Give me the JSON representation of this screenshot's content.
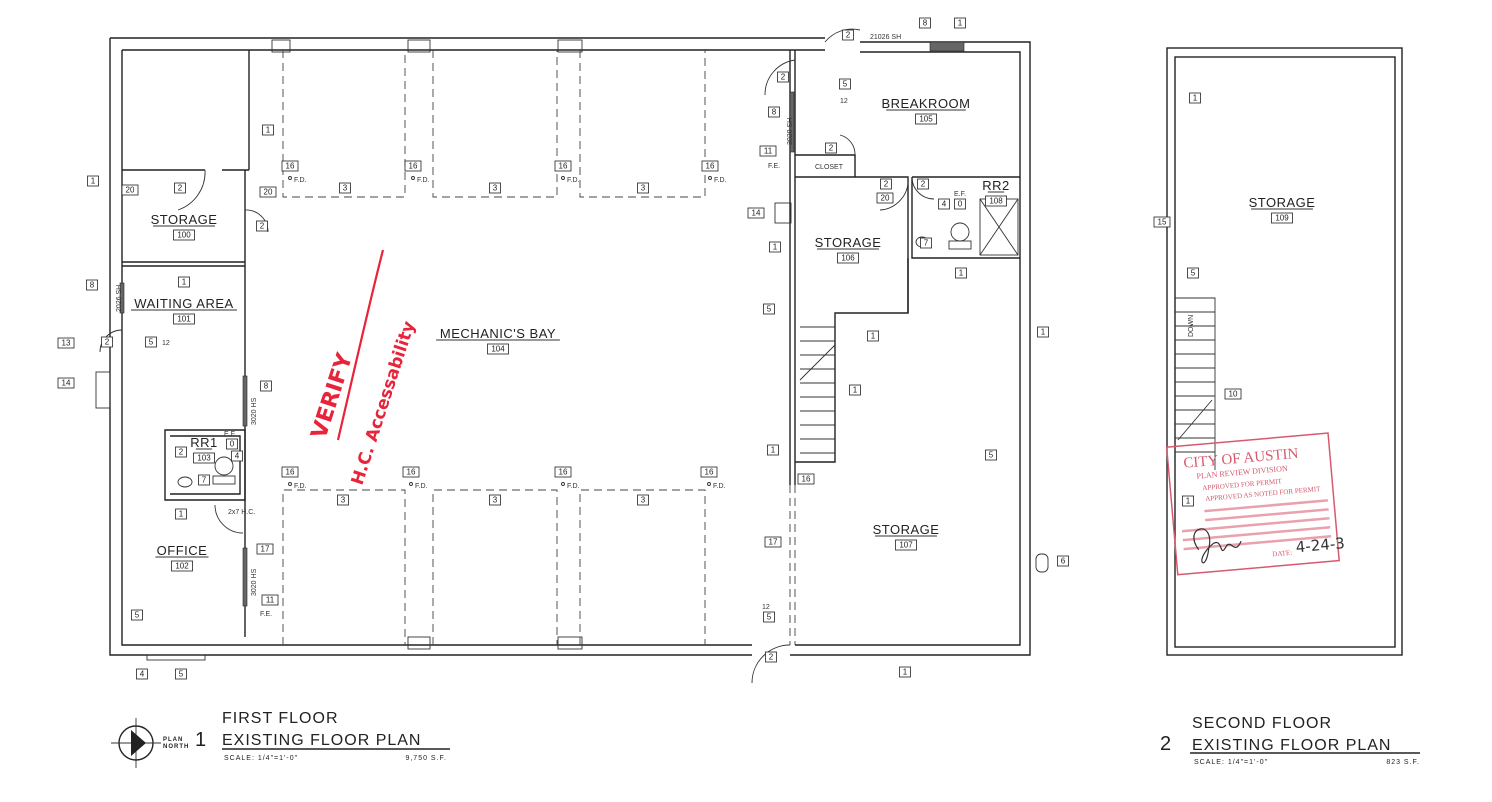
{
  "first_floor": {
    "plan_number": "1",
    "title_line1": "FIRST FLOOR",
    "title_line2": "EXISTING FLOOR PLAN",
    "scale": "SCALE: 1/4\"=1'-0\"",
    "area": "9,750 S.F.",
    "north_label": "PLAN\nNORTH",
    "north_label_line1": "PLAN",
    "north_label_line2": "NORTH"
  },
  "second_floor": {
    "plan_number": "2",
    "title_line1": "SECOND FLOOR",
    "title_line2": "EXISTING FLOOR PLAN",
    "scale": "SCALE: 1/4\"=1'-0\"",
    "area": "823 S.F."
  },
  "rooms": [
    {
      "name": "STORAGE",
      "number": "100"
    },
    {
      "name": "WAITING AREA",
      "number": "101"
    },
    {
      "name": "OFFICE",
      "number": "102"
    },
    {
      "name": "MECHANIC'S BAY",
      "number": "104"
    },
    {
      "name": "BREAKROOM",
      "number": "105"
    },
    {
      "name": "STORAGE",
      "number": "106"
    },
    {
      "name": "STORAGE",
      "number": "107"
    },
    {
      "name": "STORAGE",
      "number": "109"
    },
    {
      "name": "RR1",
      "number": "103"
    },
    {
      "name": "RR2",
      "number": "108"
    }
  ],
  "keynotes": [
    "8",
    "1",
    "2",
    "2",
    "5",
    "8",
    "11",
    "2",
    "2",
    "20",
    "2",
    "4",
    "0",
    "14",
    "7",
    "1",
    "1",
    "5",
    "1",
    "1",
    "1",
    "1",
    "16",
    "5",
    "17",
    "6",
    "5",
    "2",
    "1",
    "16",
    "16",
    "16",
    "16",
    "3",
    "3",
    "3",
    "16",
    "16",
    "16",
    "16",
    "3",
    "3",
    "3",
    "1",
    "20",
    "2",
    "20",
    "2",
    "1",
    "1",
    "8",
    "2",
    "5",
    "13",
    "14",
    "8",
    "0",
    "4",
    "2",
    "7",
    "1",
    "17",
    "11",
    "5",
    "4",
    "5",
    "1",
    "15",
    "5",
    "10",
    "1"
  ],
  "notes": {
    "window_21026": "21026 SH",
    "window_3020_sh": "3020 SH",
    "window_2026": "2026 SH",
    "window_3020_hs_a": "3020 HS",
    "window_3020_hs_b": "3020 HS",
    "closet": "CLOSET",
    "fe_1": "F.E.",
    "fe_2": "F.E.",
    "ef_1": "E.F.",
    "ef_2": "E.F.",
    "fd": "F.D.",
    "hc_door": "2x7 H.C.",
    "down": "DOWN",
    "hand_12a": "12",
    "hand_12b": "12",
    "hand_12c": "12"
  },
  "annotation": {
    "line1": "VERIFY",
    "line2": "H.C. Accessability",
    "color": "#e8233a"
  },
  "stamp": {
    "city": "CITY OF AUSTIN",
    "division": "PLAN REVIEW DIVISION",
    "approved": "APPROVED FOR PERMIT",
    "approved_noted": "APPROVED AS NOTED FOR PERMIT",
    "date_label": "DATE:",
    "date_value": "4-24-3",
    "color": "#d65a6e"
  }
}
